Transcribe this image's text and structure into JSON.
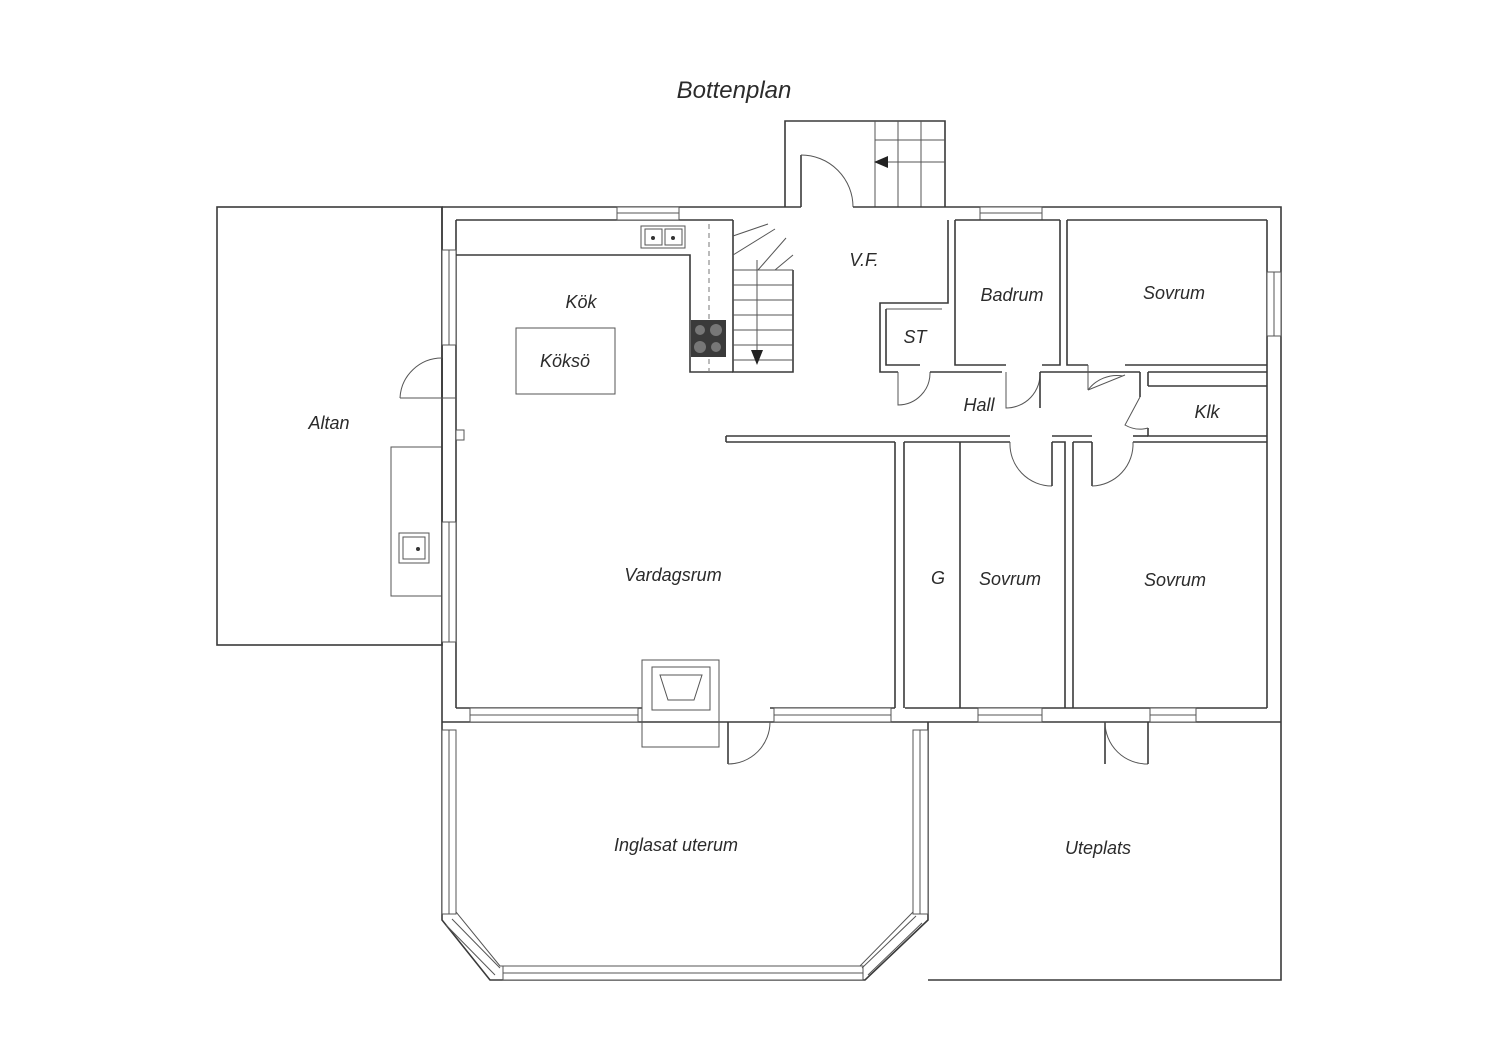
{
  "title": "Bottenplan",
  "rooms": {
    "altan": "Altan",
    "kok": "Kök",
    "kokso": "Köksö",
    "vf": "V.F.",
    "st": "ST",
    "badrum": "Badrum",
    "sovrum1": "Sovrum",
    "hall": "Hall",
    "klk": "Klk",
    "vardagsrum": "Vardagsrum",
    "g": "G",
    "sovrum2": "Sovrum",
    "sovrum3": "Sovrum",
    "uterum": "Inglasat uterum",
    "uteplats": "Uteplats"
  },
  "colors": {
    "line": "#3a3a3a",
    "text": "#2b2b2b",
    "stove": "#3a3a3a"
  }
}
